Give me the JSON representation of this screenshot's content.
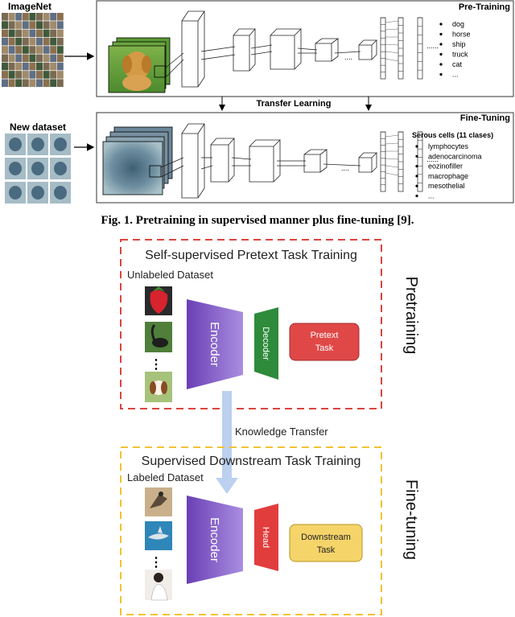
{
  "figure1": {
    "imagenet_label": "ImageNet",
    "new_dataset_label": "New dataset",
    "pretraining_title": "Pre-Training",
    "finetuning_title": "Fine-Tuning",
    "transfer_label": "Transfer Learning",
    "pretrain_classes": [
      "dog",
      "horse",
      "ship",
      "truck",
      "cat",
      "..."
    ],
    "finetune_header": "Serous cells (11 clases)",
    "finetune_classes": [
      "lymphocytes",
      "adenocarcinoma",
      "eozinofiller",
      "macrophage",
      "mesothelial",
      "..."
    ],
    "caption": "Fig. 1. Pretraining in supervised manner plus fine-tuning [9]."
  },
  "figure2": {
    "pretext_title": "Self-supervised Pretext Task Training",
    "unlabeled_label": "Unlabeled Dataset",
    "encoder_label": "Encoder",
    "decoder_label": "Decoder",
    "pretext_task_line1": "Pretext",
    "pretext_task_line2": "Task",
    "pretraining_side": "Pretraining",
    "knowledge_transfer": "Knowledge Transfer",
    "downstream_title": "Supervised Downstream Task Training",
    "labeled_label": "Labeled Dataset",
    "head_label": "Head",
    "downstream_line1": "Downstream",
    "downstream_line2": "Task",
    "finetuning_side": "Fine-tuning",
    "ellipsis": "⋮"
  },
  "colors": {
    "red_dash": "#d9463e",
    "yellow_dash": "#f2c232",
    "decoder": "#2e8b3c",
    "head": "#e23d3d",
    "pretext_box": "#e04848",
    "downstream_box": "#f5d46a",
    "encoder_start": "#6a3fb5",
    "encoder_end": "#a98ee0",
    "transfer_arrow": "#bcd0ef"
  }
}
